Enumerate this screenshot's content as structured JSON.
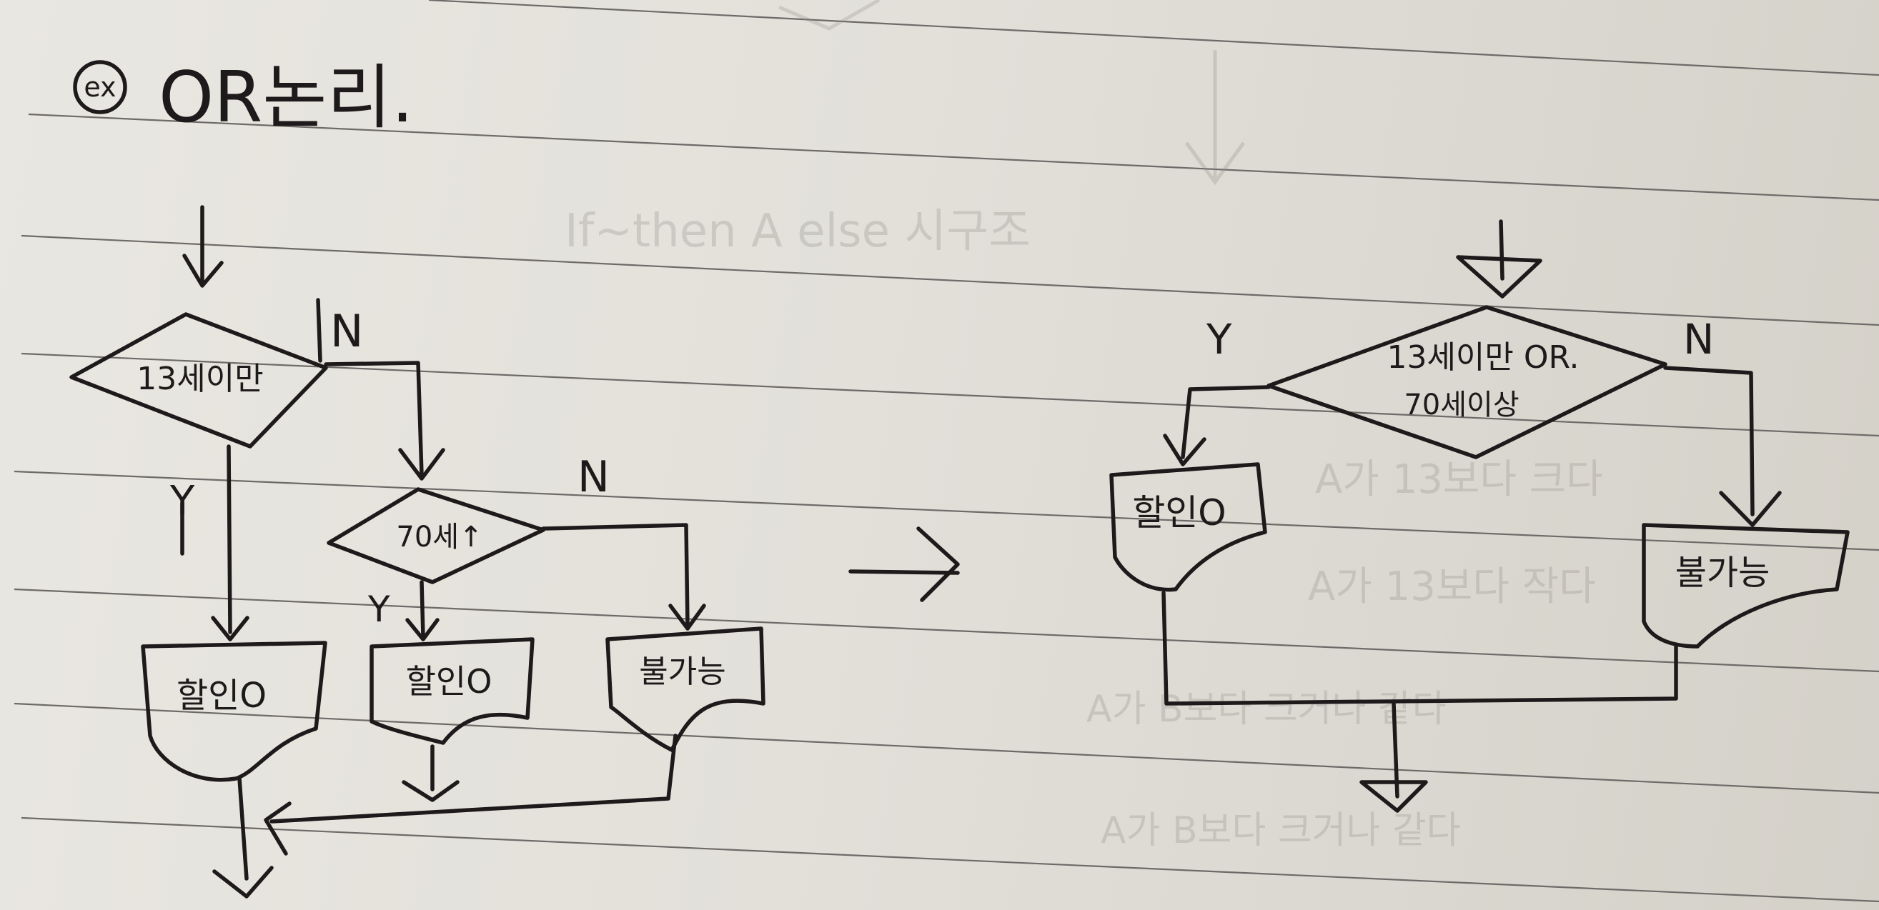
{
  "title": {
    "marker": "ex",
    "text": "OR논리."
  },
  "left_flow": {
    "decision_1": {
      "label": "13세이만",
      "yes": "Y",
      "no": "N"
    },
    "decision_2": {
      "label": "70세↑",
      "yes": "Y",
      "no": "N"
    },
    "output_1": "할인O",
    "output_2": "할인O",
    "output_3": "불가능"
  },
  "right_flow": {
    "decision": {
      "line1": "13세이만 OR.",
      "line2": "70세이상",
      "yes": "Y",
      "no": "N"
    },
    "output_yes": "할인O",
    "output_no": "불가능"
  },
  "bleed_through": [
    "If~then A else 시구조",
    "A가 13보다 크다",
    "A가 13보다 작다",
    "A가 B보다 크거나 같다",
    "A가 B보다 크거나 같다"
  ]
}
